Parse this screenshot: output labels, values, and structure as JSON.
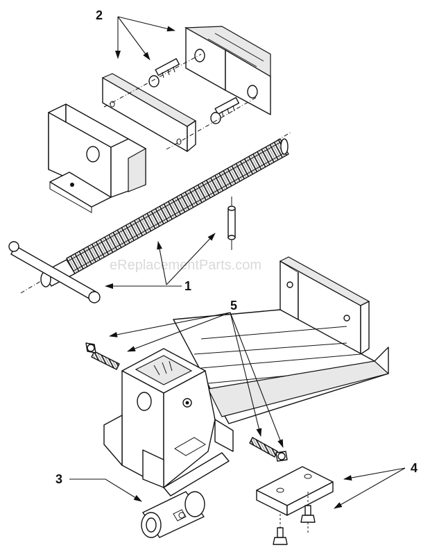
{
  "callouts": [
    "1",
    "2",
    "3",
    "4",
    "5"
  ],
  "watermark": "eReplacementParts.com"
}
